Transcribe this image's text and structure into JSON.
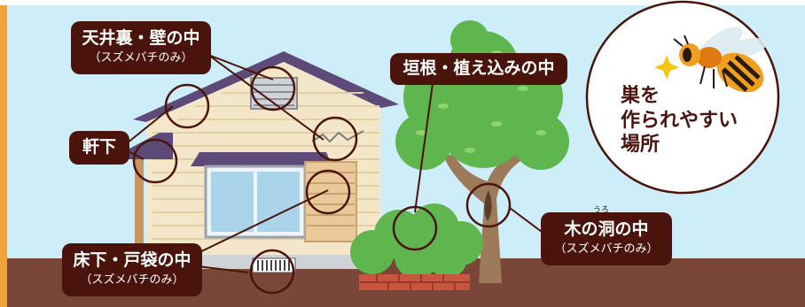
{
  "labels": {
    "attic": {
      "main": "天井裏・壁の中",
      "sub": "（スズメバチのみ）"
    },
    "eaves": {
      "main": "軒下"
    },
    "hedge": {
      "main": "垣根・植え込みの中"
    },
    "underfloor": {
      "main": "床下・戸袋の中",
      "sub": "（スズメバチのみ）"
    },
    "tree_hollow": {
      "main": "木の洞の中",
      "sub": "（スズメバチのみ）",
      "ruby": "うろ"
    }
  },
  "badge": {
    "line1": "巣を",
    "line2": "作られやすい",
    "line3": "場所"
  },
  "colors": {
    "label_bg": "#4a140c",
    "sky": "#cdeef8",
    "ground": "#7a4637",
    "frame": "#f0a23a"
  }
}
